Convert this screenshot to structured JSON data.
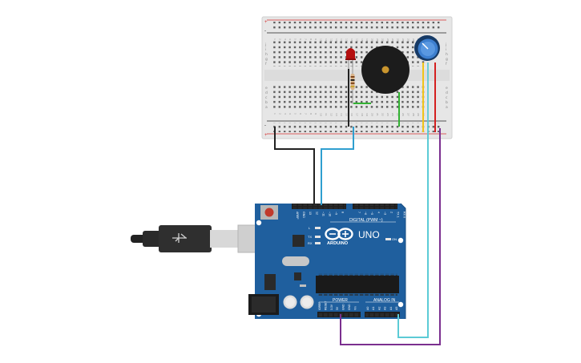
{
  "board": {
    "brand": "ARDUINO",
    "model": "UNO",
    "digital_header": "DIGITAL (PWM ~)",
    "power_header": "POWER",
    "analog_header": "ANALOG IN",
    "on_led": "ON",
    "led_l": "L",
    "led_tx": "TX",
    "led_rx": "RX",
    "aref": "AREF",
    "gnd": "GND",
    "digital_pins": [
      "13",
      "12",
      "~11",
      "~10",
      "~9",
      "8",
      "7",
      "~6",
      "~5",
      "4",
      "~3",
      "2",
      "TX 1",
      "RX 0"
    ],
    "power_pins": [
      "IOREF",
      "RESET",
      "3.3V",
      "5V",
      "GND",
      "GND",
      "Vin"
    ],
    "analog_pins": [
      "A0",
      "A1",
      "A2",
      "A3",
      "A4",
      "A5"
    ]
  },
  "breadboard": {
    "row_letters_top": [
      "j",
      "i",
      "h",
      "g",
      "f"
    ],
    "row_letters_bottom": [
      "e",
      "d",
      "c",
      "b",
      "a"
    ],
    "column_count": 30,
    "rail_plus": "+",
    "rail_minus": "-"
  },
  "components": {
    "led_color": "#b50f0f",
    "buzzer_color": "#1c1c1c",
    "potentiometer_color": "#2a62a8"
  },
  "wire_colors": {
    "black": "#222222",
    "blue": "#2f9fd0",
    "green": "#33b233",
    "yellow": "#f0c419",
    "red": "#d42020",
    "cyan": "#5ccbd6",
    "purple": "#7b2f8f"
  },
  "colors": {
    "board": "#1f5f9e",
    "breadboard": "#e6e6e6"
  }
}
